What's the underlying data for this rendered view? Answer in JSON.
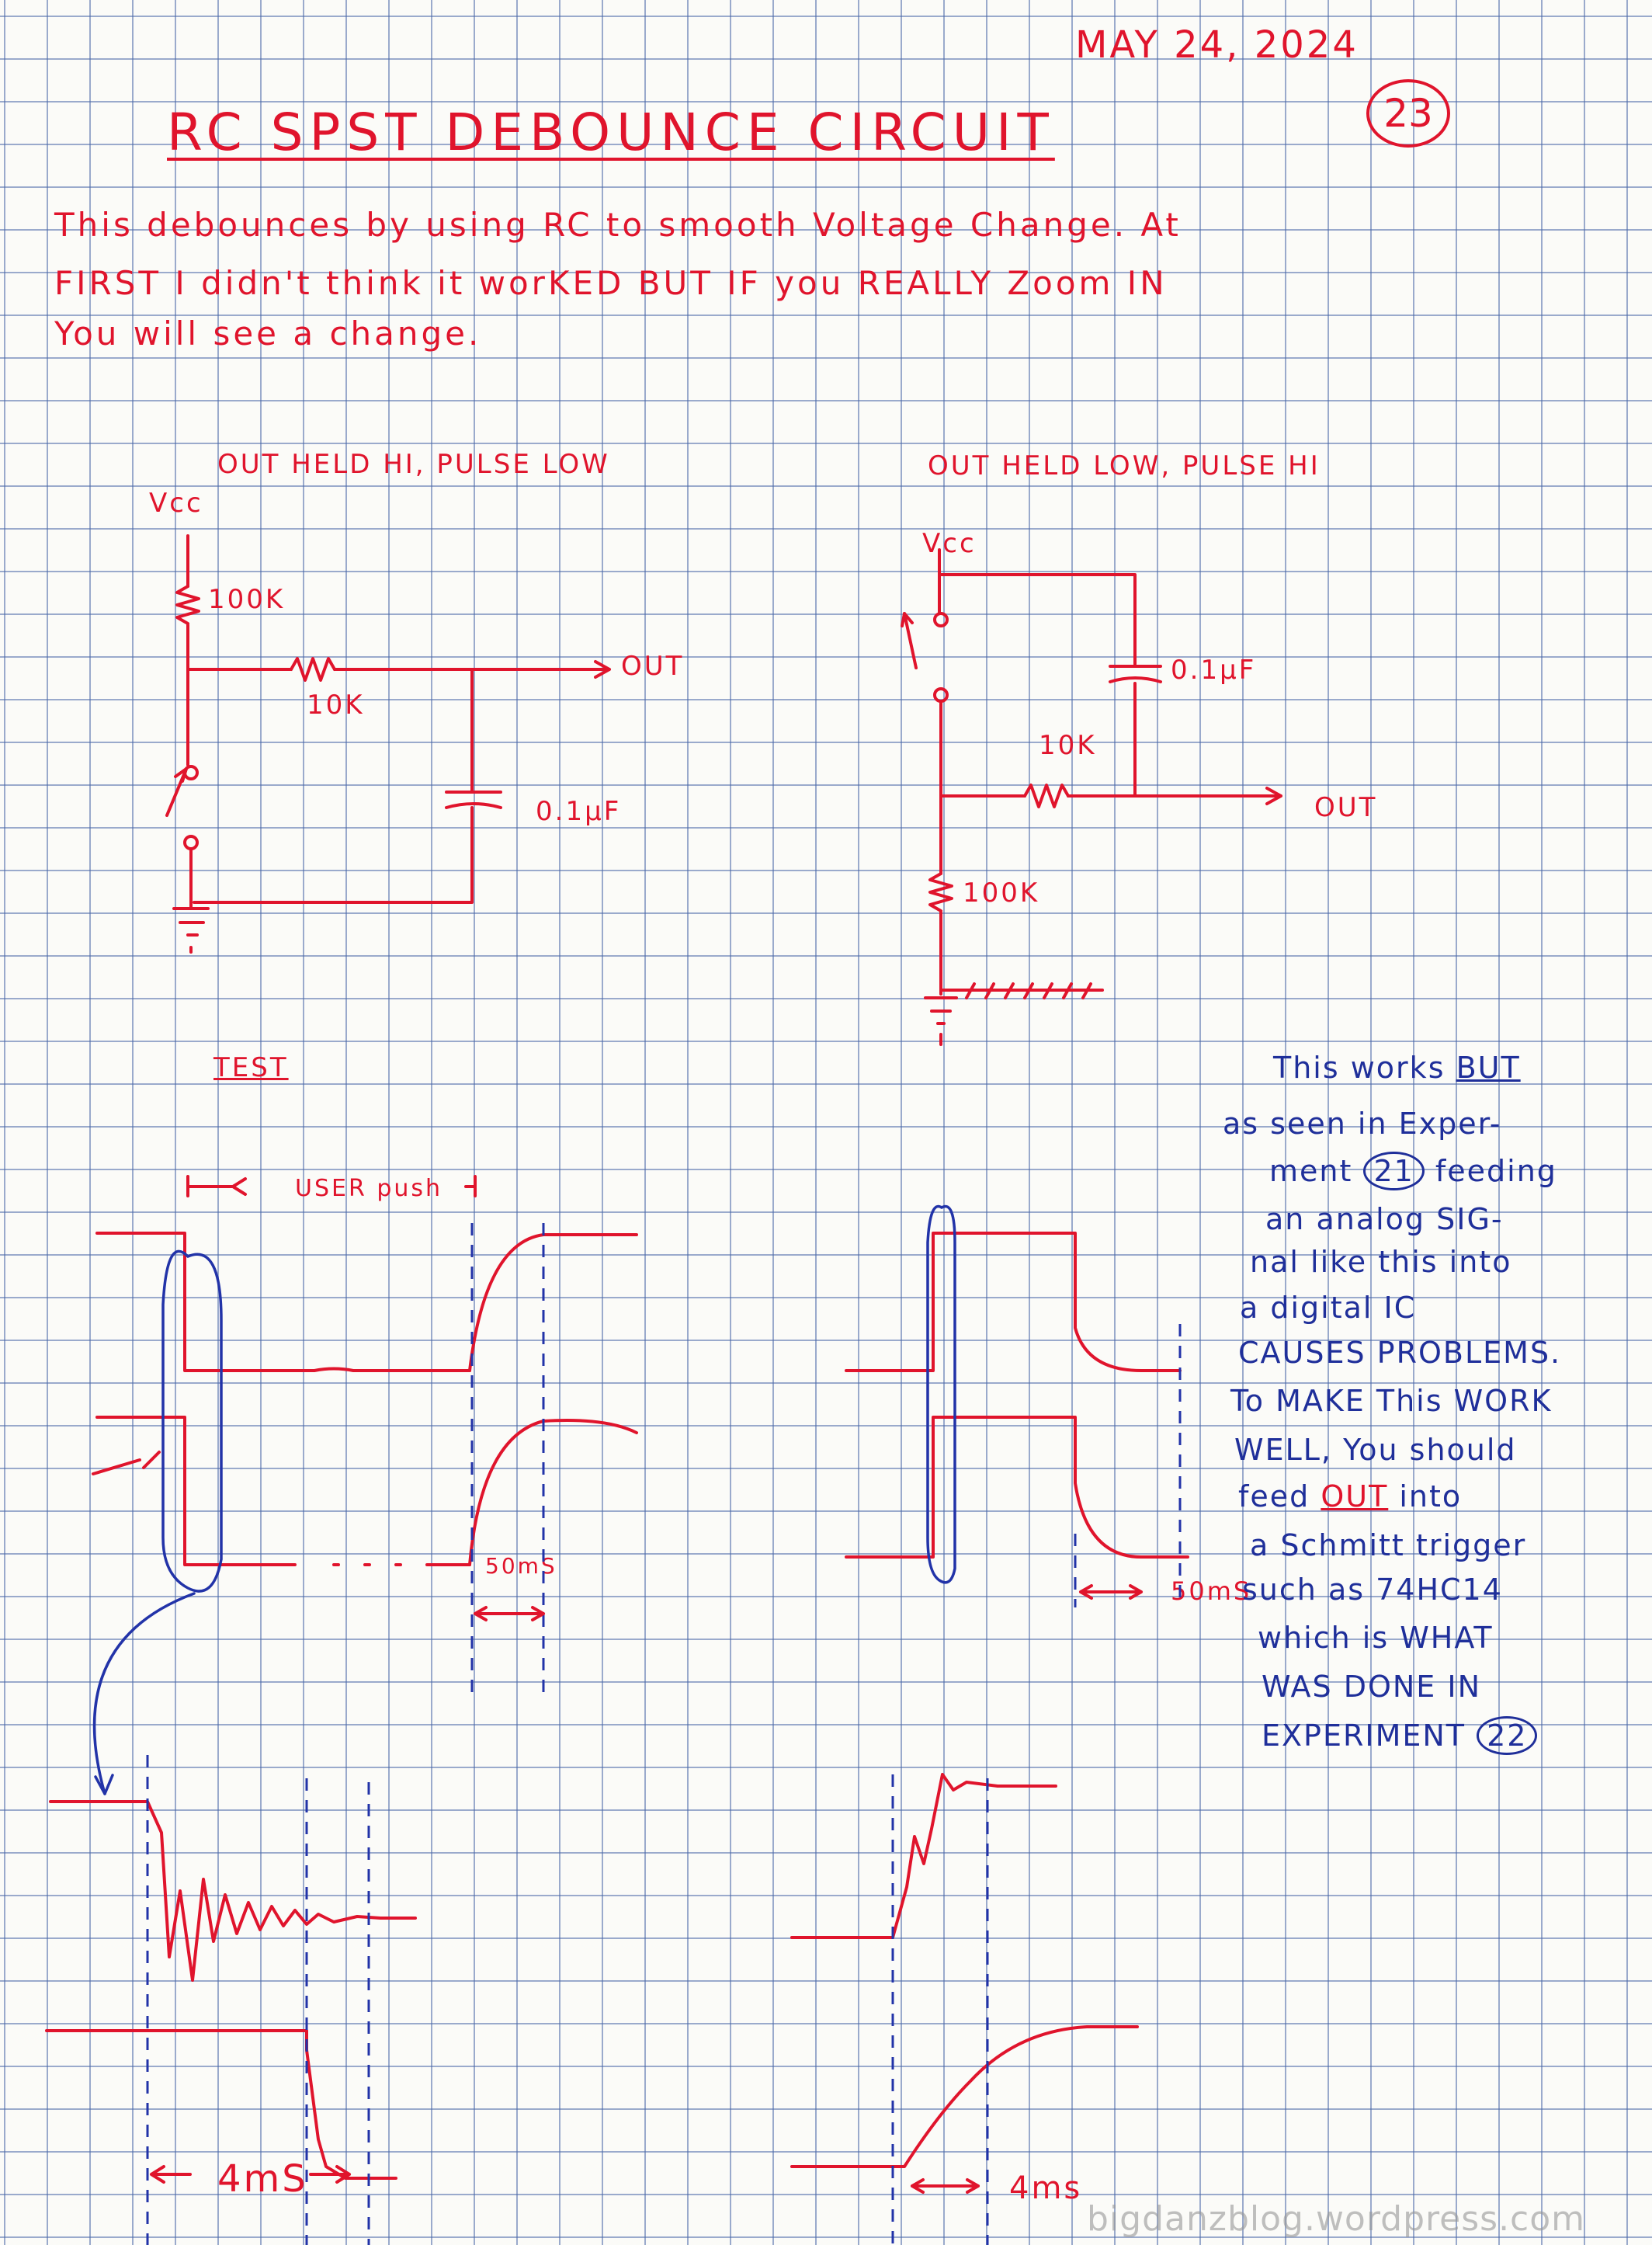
{
  "page": {
    "date": "MAY 24, 2024",
    "page_number": "23",
    "title": "RC SPST DEBOUNCE CIRCUIT",
    "intro_lines": [
      "This debounces by using RC to smooth Voltage Change. At",
      "FIRST I didn't think it worKED BUT IF you REALLY Zoom IN",
      "You will see a change."
    ]
  },
  "circuit_left": {
    "heading": "OUT HELD HI, PULSE LOW",
    "vcc": "Vcc",
    "r_pullup": "100K",
    "r_series": "10K",
    "out": "OUT",
    "cap": "0.1µF"
  },
  "circuit_right": {
    "heading": "OUT HELD LOW, PULSE HI",
    "vcc": "Vcc",
    "cap": "0.1µF",
    "r_series": "10K",
    "out": "OUT",
    "r_pulldown": "100K"
  },
  "test": {
    "heading": "TEST",
    "user_push": "USER push",
    "t_50ms_left": "50mS",
    "t_50ms_right": "50mS",
    "t_4ms_left": "4mS",
    "t_4ms_right": "4ms"
  },
  "side_note": {
    "line1_pre": "This works ",
    "line1_emph": "BUT",
    "line2": "as seen in Exper-",
    "line3_pre": "ment ",
    "line3_circ": "21",
    "line3_post": " feeding",
    "line4": "an analog SIG-",
    "line5": "nal like this into",
    "line6": "a digital IC",
    "line7": "CAUSES PROBLEMS.",
    "line8": "To MAKE This WORK",
    "line9": "WELL, You should",
    "line10_pre": "feed ",
    "line10_emph": "OUT",
    "line10_post": " into",
    "line11": "a Schmitt trigger",
    "line12": "such as 74HC14",
    "line13": "which is WHAT",
    "line14": "WAS DONE IN",
    "line15_pre": "EXPERIMENT ",
    "line15_circ": "22"
  },
  "watermark": "bigdanzblog.wordpress.com",
  "colors": {
    "ink_red": "#e0142c",
    "ink_blue": "#1f2f9a",
    "grid": "#4a68a8",
    "paper": "#fbfbf8"
  }
}
